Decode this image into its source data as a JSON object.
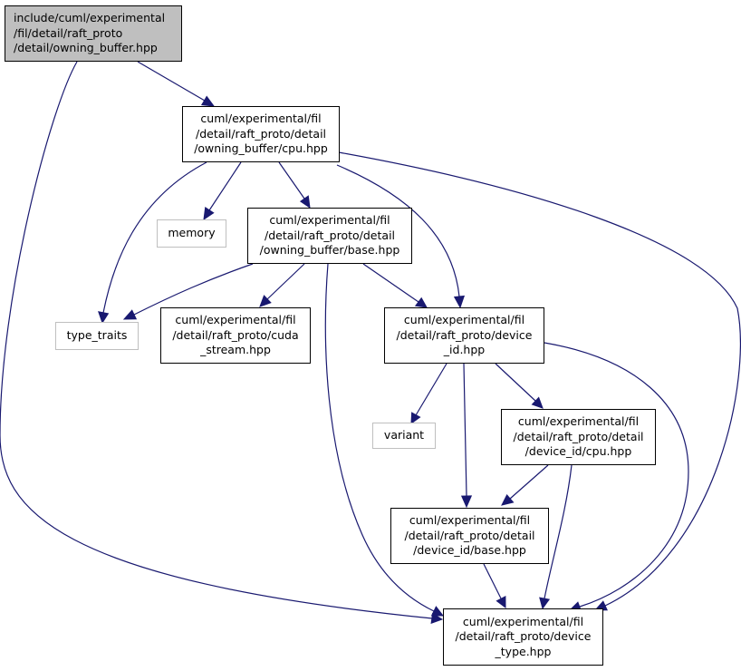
{
  "colors": {
    "edge": "#191970",
    "root_fill": "#bfbfbf",
    "ext_border": "#bfbfbf",
    "node_border": "#000000"
  },
  "nodes": {
    "root": {
      "lines": [
        "include/cuml/experimental",
        "/fil/detail/raft_proto",
        "/detail/owning_buffer.hpp"
      ]
    },
    "ob_cpu": {
      "lines": [
        "cuml/experimental/fil",
        "/detail/raft_proto/detail",
        "/owning_buffer/cpu.hpp"
      ]
    },
    "memory": {
      "lines": [
        "memory"
      ]
    },
    "ob_base": {
      "lines": [
        "cuml/experimental/fil",
        "/detail/raft_proto/detail",
        "/owning_buffer/base.hpp"
      ]
    },
    "type_traits": {
      "lines": [
        "type_traits"
      ]
    },
    "cuda_stream": {
      "lines": [
        "cuml/experimental/fil",
        "/detail/raft_proto/cuda",
        "_stream.hpp"
      ]
    },
    "device_id": {
      "lines": [
        "cuml/experimental/fil",
        "/detail/raft_proto/device",
        "_id.hpp"
      ]
    },
    "variant": {
      "lines": [
        "variant"
      ]
    },
    "did_cpu": {
      "lines": [
        "cuml/experimental/fil",
        "/detail/raft_proto/detail",
        "/device_id/cpu.hpp"
      ]
    },
    "did_base": {
      "lines": [
        "cuml/experimental/fil",
        "/detail/raft_proto/detail",
        "/device_id/base.hpp"
      ]
    },
    "device_type": {
      "lines": [
        "cuml/experimental/fil",
        "/detail/raft_proto/device",
        "_type.hpp"
      ]
    }
  }
}
